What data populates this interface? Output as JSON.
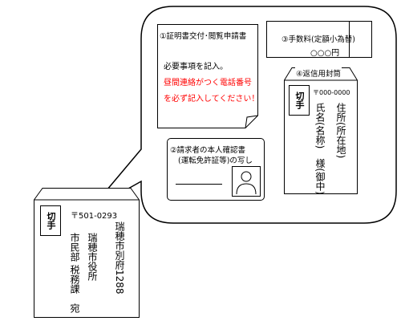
{
  "doc1": {
    "title": "①証明書交付･閲覧申請書",
    "line1": "必要事項を記入。",
    "warn1": "昼間連絡がつく電話番号",
    "warn2": "を必ず記入してください！"
  },
  "fee": {
    "title": "③手数料(定額小為替)",
    "amount": "○○○円"
  },
  "return_env": {
    "label": "④返信用封筒",
    "stamp": "切手",
    "postal": "〒000-0000",
    "address": "住所(所在地)",
    "name": "氏名(名称)　様(御中)"
  },
  "id_doc": {
    "title": "②請求者の本人確認書",
    "subtitle": "(運転免許証等)の写し"
  },
  "outer_env": {
    "stamp": "切手",
    "postal": "〒501-0293",
    "addr1": "瑞穂市別府1288",
    "addr2": "瑞穂市役所",
    "addr3": "市民部 税務課　宛"
  },
  "colors": {
    "warning": "#ff0000"
  }
}
